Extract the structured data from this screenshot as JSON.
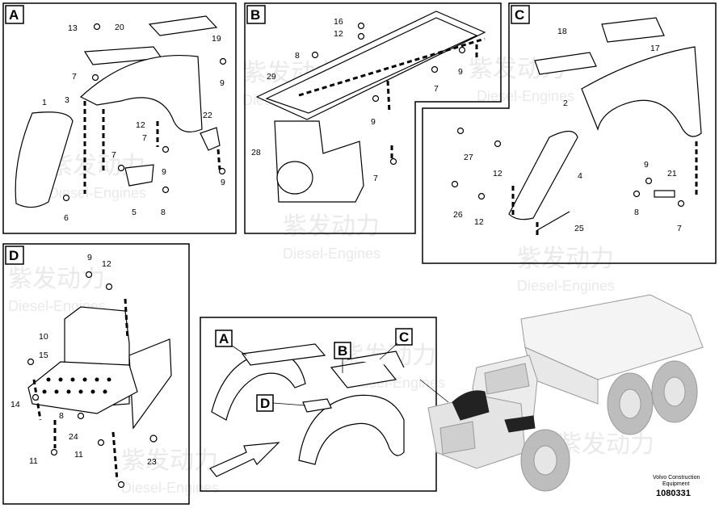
{
  "panels": {
    "A": {
      "label": "A"
    },
    "B": {
      "label": "B"
    },
    "C": {
      "label": "C"
    },
    "D": {
      "label": "D"
    }
  },
  "callouts": {
    "A": [
      "13",
      "20",
      "19",
      "7",
      "9",
      "1",
      "3",
      "22",
      "12",
      "7",
      "9",
      "7",
      "9",
      "8",
      "6",
      "5"
    ],
    "B": [
      "16",
      "12",
      "8",
      "9",
      "7",
      "29",
      "9",
      "28",
      "7"
    ],
    "C": [
      "18",
      "17",
      "2",
      "27",
      "12",
      "4",
      "9",
      "21",
      "26",
      "12",
      "25",
      "8",
      "7"
    ],
    "D": [
      "9",
      "12",
      "10",
      "15",
      "14",
      "8",
      "24",
      "11",
      "11",
      "23"
    ]
  },
  "overview": {
    "labels": [
      "A",
      "B",
      "C",
      "D"
    ]
  },
  "watermark": {
    "chinese": "紫发动力",
    "english": "Diesel-Engines"
  },
  "footer": {
    "company_line1": "Volvo Construction",
    "company_line2": "Equipment",
    "drawing_number": "1080331"
  }
}
